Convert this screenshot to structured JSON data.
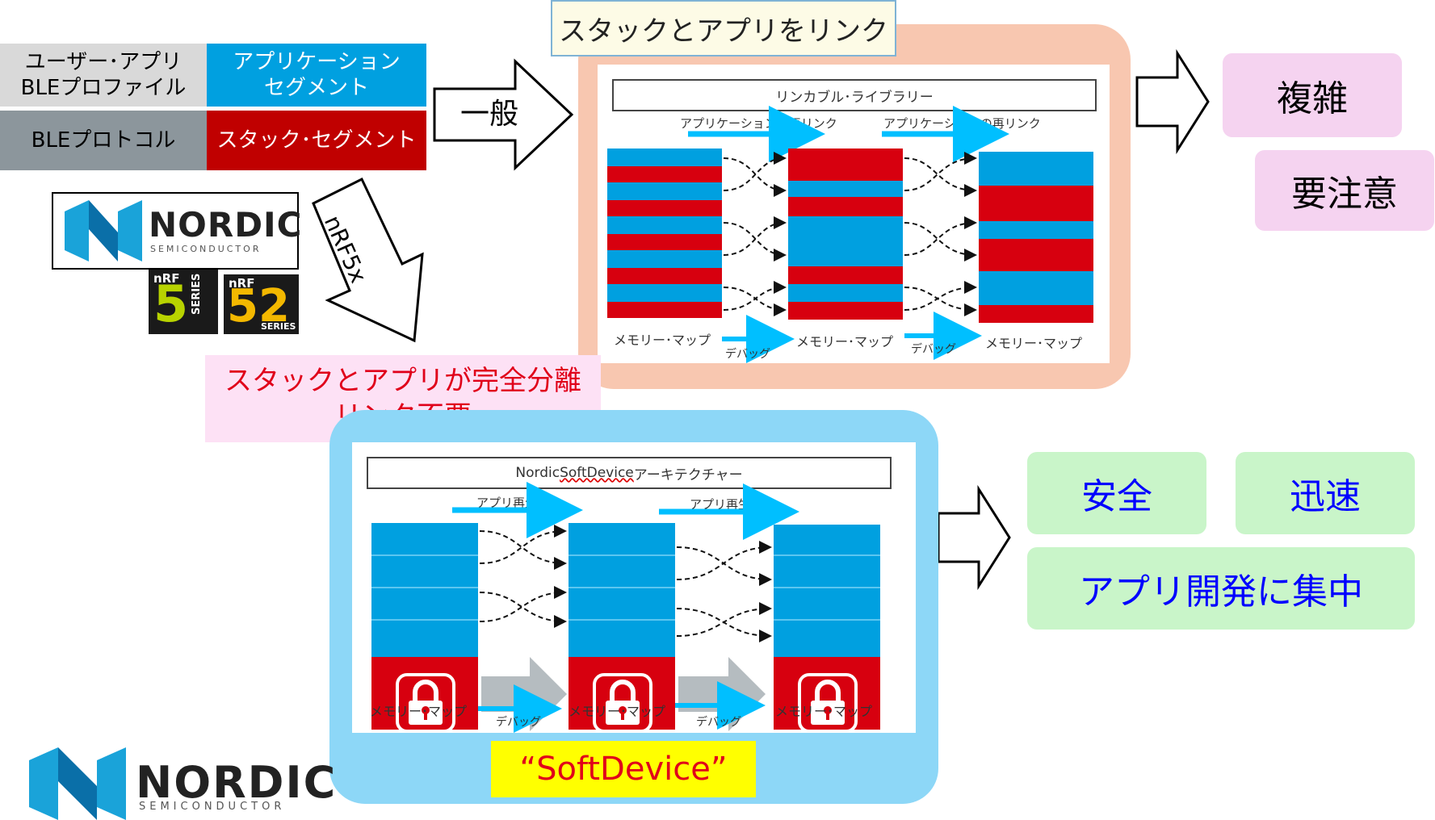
{
  "stack_table": {
    "user_app": "ユーザー･アプリ\nBLEプロファイル",
    "app_segment": "アプリケーション\nセグメント",
    "ble_protocol": "BLEプロトコル",
    "stack_segment": "スタック･セグメント"
  },
  "logos": {
    "nordic_word": "NORDIC",
    "nordic_sub": "SEMICONDUCTOR",
    "nrf51_top": "nRF",
    "nrf51_num": "5",
    "nrf51_series": "SERIES",
    "nrf52_top": "nRF",
    "nrf52_num": "52",
    "nrf52_series": "SERIES"
  },
  "arrows": {
    "general": "一般",
    "nrf5x": "nRF5x"
  },
  "top_panel": {
    "title": "スタックとアプリをリンク",
    "library_box": "リンカブル･ライブラリー",
    "relink_1": "アプリケーションの再リンク",
    "relink_2": "アプリケーションの再リンク",
    "map_1": "メモリー･マップ",
    "map_2": "メモリー･マップ",
    "map_3": "メモリー･マップ",
    "debug_1": "デバッグ",
    "debug_2": "デバッグ",
    "colors": {
      "blue": "#00a0e0",
      "red": "#d7000f",
      "panel": "#f8c7b0"
    }
  },
  "separation_note": {
    "line1": "スタックとアプリが完全分離",
    "line2": "リンク不要"
  },
  "bottom_panel": {
    "title_prefix": "Nordic ",
    "title_main": "SoftDevice",
    "title_suffix": " アーキテクチャー",
    "regen_1": "アプリ再生成",
    "regen_2": "アプリ再生成",
    "map_1": "メモリー･マップ",
    "map_2": "メモリー･マップ",
    "map_3": "メモリー･マップ",
    "debug_1": "デバッグ",
    "debug_2": "デバッグ",
    "caption": "“SoftDevice”",
    "colors": {
      "panel": "#8dd7f7",
      "caption_bg": "#ffff00",
      "caption_text": "#e0001a"
    }
  },
  "results_top": {
    "complex": "複雑",
    "caution": "要注意",
    "color": "#f5d3f0"
  },
  "results_bottom": {
    "safe": "安全",
    "fast": "迅速",
    "focus": "アプリ開発に集中",
    "color": "#c9f5c9",
    "text_color": "#0000ff"
  }
}
